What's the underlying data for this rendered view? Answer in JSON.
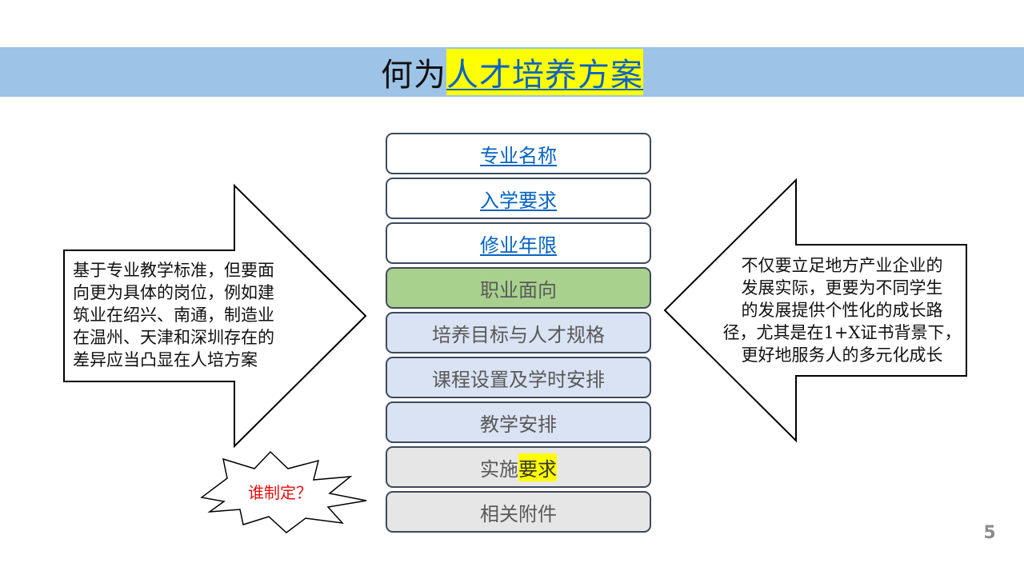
{
  "title": {
    "prefix": "何为",
    "highlight": "人才培养方案"
  },
  "stack": {
    "items": [
      {
        "label": "专业名称"
      },
      {
        "label": "入学要求"
      },
      {
        "label": "修业年限"
      },
      {
        "label": "职业面向"
      },
      {
        "label": "培养目标与人才规格"
      },
      {
        "label": "课程设置及学时安排"
      },
      {
        "label": "教学安排"
      },
      {
        "label": "实施",
        "highlight": "要求"
      },
      {
        "label": "相关附件"
      }
    ]
  },
  "left_arrow": {
    "lines": [
      "基于专业教学标准，但要面",
      "向更为具体的岗位，例如建",
      "筑业在绍兴、南通，制造业",
      "在温州、天津和深圳存在的",
      "差异应当凸显在人培方案"
    ]
  },
  "right_arrow": {
    "lines": [
      "不仅要立足地方产业企业的",
      "发展实际，更要为不同学生",
      "的发展提供个性化的成长路",
      "径，尤其是在1+X证书背景下，",
      "更好地服务人的多元化成长"
    ]
  },
  "burst": {
    "label": "谁制定？"
  },
  "page_number": "5",
  "colors": {
    "title_bar": "#9dc3e6",
    "link": "#0563c1",
    "highlight": "#ffff00",
    "green": "#a9d18e",
    "blue": "#dae3f3",
    "gray": "#e7e6e6",
    "burst_text": "#e81010"
  }
}
